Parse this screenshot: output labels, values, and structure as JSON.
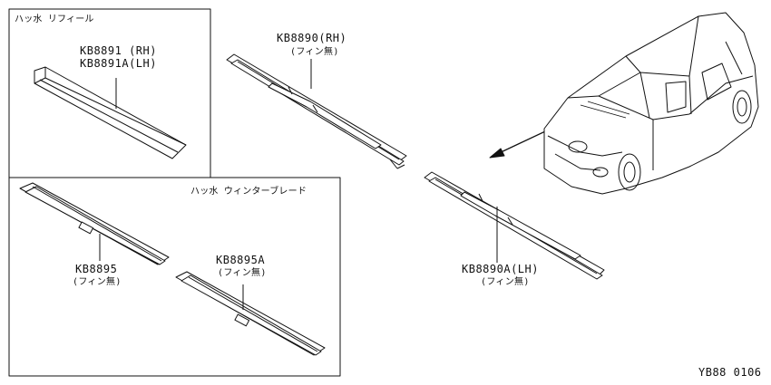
{
  "refill_box": {
    "title": "ハッ水 リフィール",
    "part_rh": "KB8891 (RH)",
    "part_lh": "KB8891A(LH)"
  },
  "winter_box": {
    "title": "ハッ水 ウィンターブレード",
    "left_part": "KB8895",
    "left_note": "(フィン無)",
    "right_part": "KB8895A",
    "right_note": "(フィン無)"
  },
  "blade_rh": {
    "part": "KB8890(RH)",
    "note": "(フィン無)"
  },
  "blade_lh": {
    "part": "KB8890A(LH)",
    "note": "(フィン無)"
  },
  "figure_code": "YB88 0106"
}
